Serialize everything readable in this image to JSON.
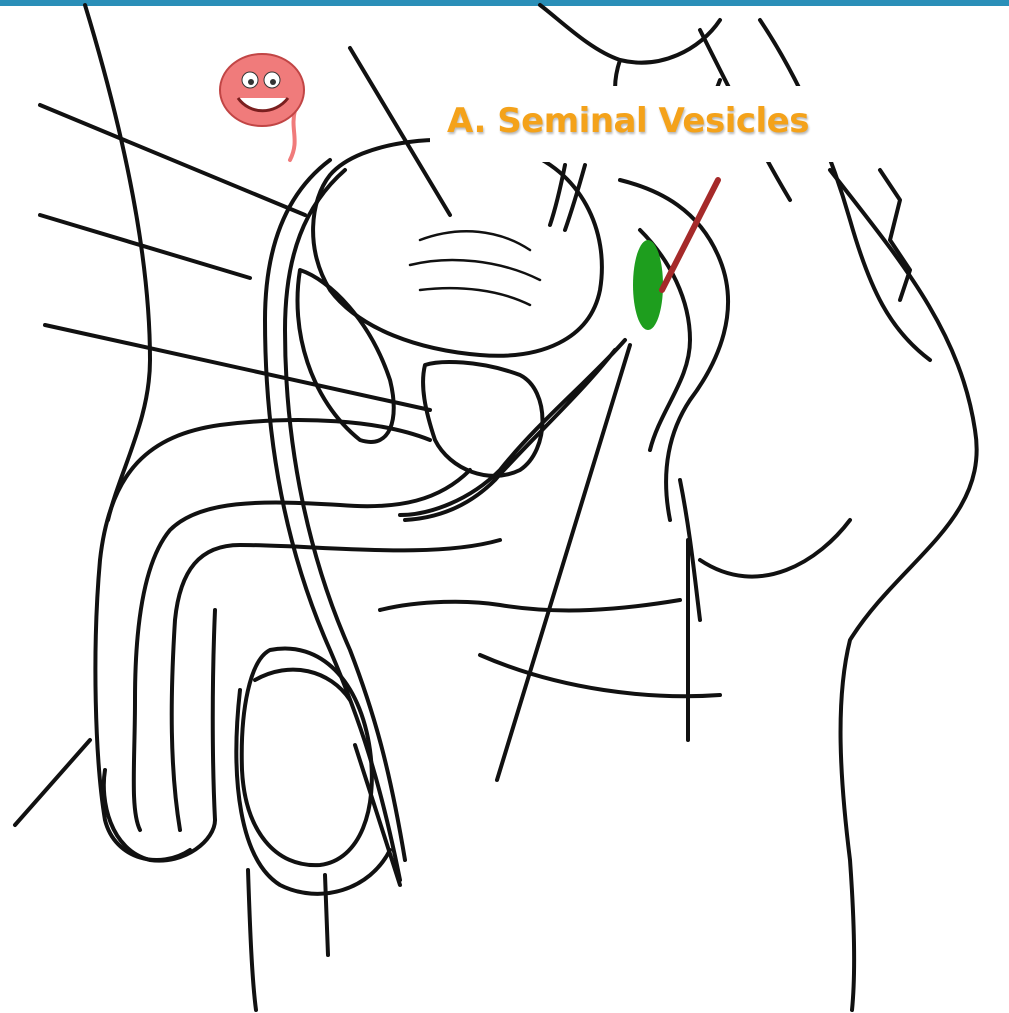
{
  "slide": {
    "title": "A.  Seminal Vesicles",
    "title_color": "#f4a21a",
    "top_bar_color": "#2a8fb8"
  },
  "diagram": {
    "subject": "male reproductive system, sagittal section",
    "highlight": {
      "structure": "seminal vesicle",
      "color": "#1e9e1e"
    },
    "pointer_color": "#a52a2a",
    "line_color": "#111111",
    "label_lines_count": 12,
    "mascot": {
      "icon": "sperm-mascot-icon",
      "color": "#f07b7b"
    }
  }
}
